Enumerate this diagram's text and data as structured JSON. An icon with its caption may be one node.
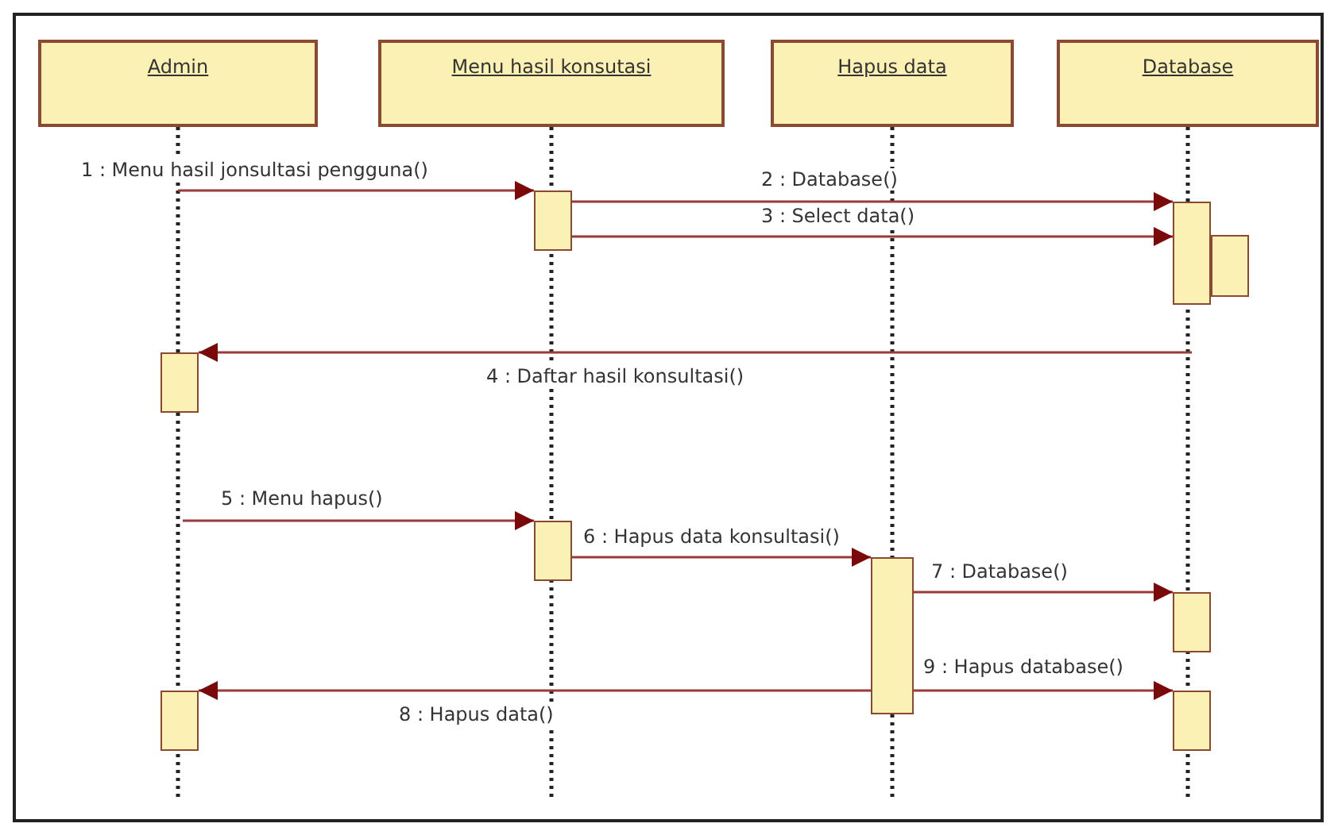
{
  "diagram": {
    "nodes": [
      {
        "text": [
          "Admin"
        ]
      },
      {
        "text": [
          "Menu hasil konsutasi"
        ]
      },
      {
        "text": [
          "Hapus data"
        ]
      },
      {
        "text": [
          "Database"
        ]
      },
      {
        "text": [],
        "shape": "bar"
      },
      {
        "text": [],
        "shape": "bar"
      },
      {
        "text": [],
        "shape": "bar"
      },
      {
        "text": [],
        "shape": "bar"
      },
      {
        "text": [],
        "shape": "bar"
      },
      {
        "text": [],
        "shape": "bar"
      },
      {
        "text": [],
        "shape": "bar"
      },
      {
        "text": [],
        "shape": "bar"
      },
      {
        "text": [],
        "shape": "bar"
      }
    ],
    "edges": [
      {
        "from": 0,
        "to": 4,
        "arrow": "to",
        "label": "1 : Menu hasil jonsultasi pengguna()"
      },
      {
        "from": 4,
        "to": 5,
        "arrow": "to",
        "label": "2 : Database()"
      },
      {
        "from": 4,
        "to": 5,
        "arrow": "to",
        "label": "3 : Select data()"
      },
      {
        "from": null,
        "to": 7,
        "arrow": "to",
        "label": "4 : Daftar hasil konsultasi()"
      },
      {
        "from": null,
        "to": 8,
        "arrow": "to",
        "label": "5 : Menu hapus()"
      },
      {
        "from": 8,
        "to": 9,
        "arrow": "to",
        "label": "6 : Hapus data konsultasi()"
      },
      {
        "from": 9,
        "to": 10,
        "arrow": "to",
        "label": "7 : Database()"
      },
      {
        "from": 9,
        "to": 11,
        "arrow": "to",
        "label": "8 : Hapus data()"
      },
      {
        "from": 9,
        "to": 12,
        "arrow": "to",
        "label": "9 : Hapus database()"
      }
    ]
  }
}
